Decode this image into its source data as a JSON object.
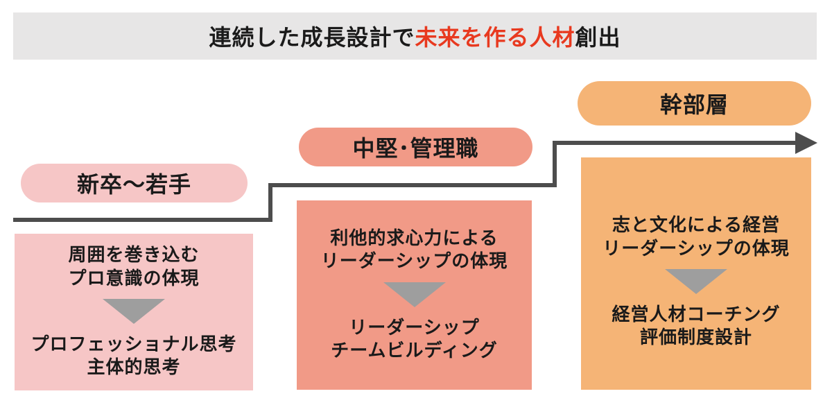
{
  "title": {
    "part1": "連続した成長設計で",
    "highlight": "未来を作る人材",
    "part3": "創出"
  },
  "stages": [
    {
      "pill": "新卒～若手",
      "upper": [
        "周囲を巻き込む",
        "プロ意識の体現"
      ],
      "lower": [
        "プロフェッショナル思考",
        "主体的思考"
      ]
    },
    {
      "pill": "中堅･管理職",
      "upper": [
        "利他的求心力による",
        "リーダーシップの体現"
      ],
      "lower": [
        "リーダーシップ",
        "チームビルディング"
      ]
    },
    {
      "pill": "幹部層",
      "upper": [
        "志と文化による経営",
        "リーダーシップの体現"
      ],
      "lower": [
        "経営人材コーチング",
        "評価制度設計"
      ]
    }
  ],
  "icons": {
    "down_triangle": "css-triangle-down",
    "staircase_arrow": "css-right-arrowhead"
  },
  "colors": {
    "title_bar_bg": "#E7E6E6",
    "title_highlight": "#E8391F",
    "text": "#1A1A1A",
    "stage1": "#F6C6C6",
    "stage2": "#F19A87",
    "stage3": "#F5B476",
    "arrow_line": "#4D4D4D",
    "triangle": "#9E9E9E"
  }
}
